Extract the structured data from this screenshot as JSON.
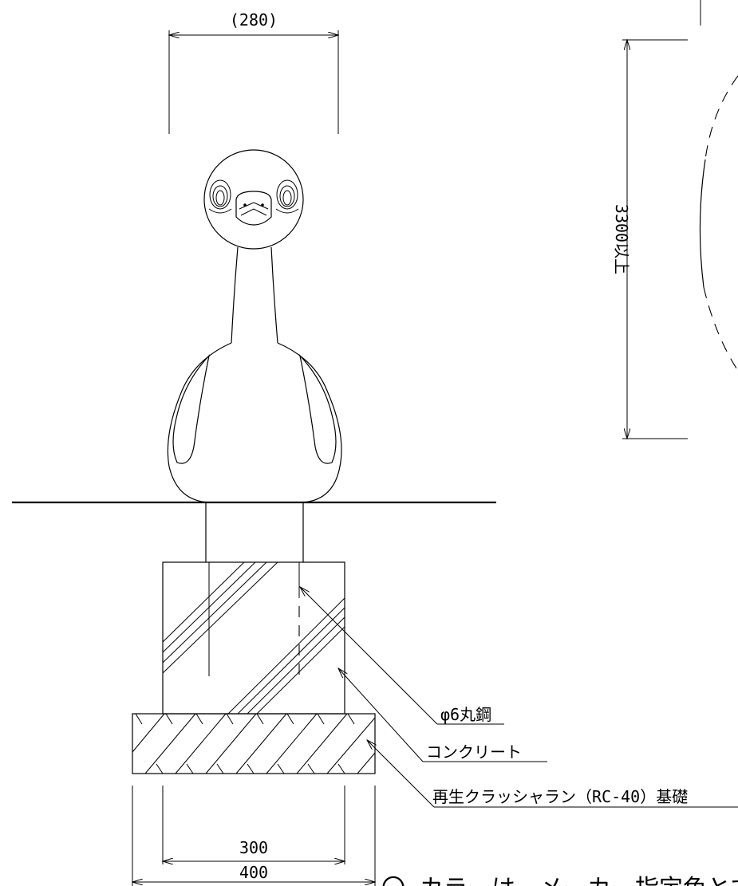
{
  "dimensions": {
    "top_width": "(280)",
    "height": "3300以上",
    "inner_base": "300",
    "outer_base": "400"
  },
  "labels": {
    "rebar": "φ6丸鋼",
    "concrete": "コンクリート",
    "foundation": "再生クラッシャラン（RC-40）基礎"
  },
  "bottom_note": "〇 カラーは、メーカー指定色とする"
}
